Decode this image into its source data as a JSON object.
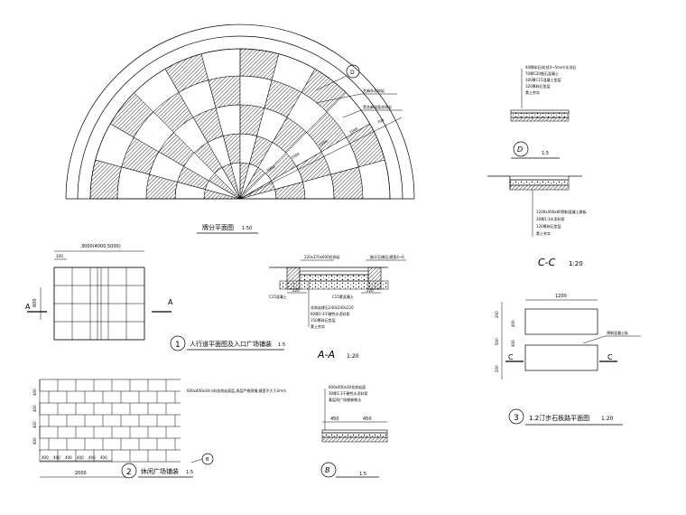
{
  "semicircle_plan": {
    "marker": "D",
    "title": "牌分平面图",
    "scale": "1:50",
    "leader_notes": [
      "芝麻灰花岗岩",
      "黑芝麻烧面花岗岩"
    ],
    "dims": [
      "700",
      "1000",
      "1000",
      "1000",
      "1000"
    ]
  },
  "detail1": {
    "top_dim_label": "3000(4000,5000)",
    "sub_dim": "100",
    "side_dim": "600",
    "section_mark": "A",
    "number": "1",
    "caption": "人行道平面图及入口广场铺装",
    "scale": "1:5"
  },
  "detail2": {
    "note": "600x400x30小料花岗岩面层,表层严格密缝,缝宽不大于2mm",
    "left_dims": [
      "400",
      "400",
      "400",
      "400"
    ],
    "bottom_dims": [
      "400",
      "400",
      "400",
      "400",
      "400",
      "400"
    ],
    "total_dim": "2000",
    "number": "2",
    "caption": "休闲广场铺装",
    "scale": "1:5",
    "marker": "B"
  },
  "section_aa": {
    "top_notes": [
      "120x370x600花岗岩",
      "路牙石铺设,缝宽4~6"
    ],
    "left_note": "C15混凝土",
    "middle_note": "C15素混凝土",
    "bottom_notes": [
      "花岗岩缘石240x240x120",
      "60厚1:3干硬性水泥砂浆",
      "150厚碎石垫层",
      "素土夯实"
    ],
    "dims": [
      "220",
      "220"
    ],
    "title": "A-A",
    "scale": "1:20"
  },
  "detail_d": {
    "notes": [
      "40厚碎石(粒径3~5mm)水洗石",
      "70厚C20细石混凝土",
      "100厚C15混凝土垫层",
      "120厚碎石垫层",
      "素土夯实"
    ],
    "marker": "D",
    "scale": "1:5"
  },
  "section_cc": {
    "notes": [
      "1200x400x80预制混凝土路板",
      "30厚1:3水泥砂浆",
      "120厚碎石垫层",
      "素土夯实"
    ],
    "title": "C-C",
    "scale": "1:20"
  },
  "detail3": {
    "top_dim": "1200",
    "side_dims": [
      "200",
      "400",
      "500",
      "400",
      "200"
    ],
    "leader_note": "预制混凝土板",
    "section_mark": "C",
    "number": "3",
    "caption": "1.2汀步石板路平面图",
    "scale": "1:20"
  },
  "detail_b": {
    "notes": [
      "600x400x30花岗岩面",
      "30厚1:3干硬性水泥砂浆",
      "基层同广场铺装做法"
    ],
    "dims": [
      "450",
      "450"
    ],
    "marker": "B",
    "scale": "1:5"
  }
}
